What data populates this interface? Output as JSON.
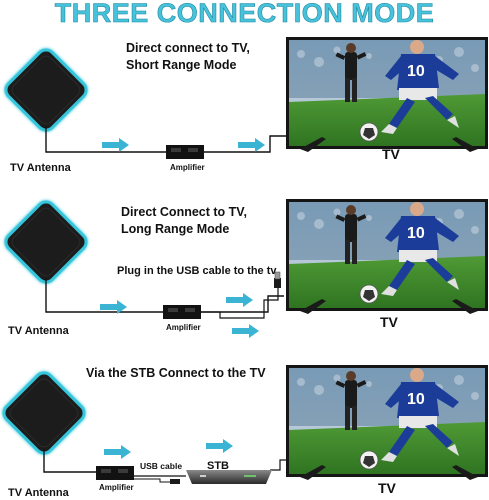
{
  "title": "THREE CONNECTION MODE",
  "panels": [
    {
      "mode_line1": "Direct connect to TV,",
      "mode_line2": "Short Range Mode",
      "antenna_label": "TV Antenna",
      "amplifier_label": "Amplifier",
      "tv_label": "TV"
    },
    {
      "mode_line1": "Direct Connect to TV,",
      "mode_line2": "Long Range Mode",
      "usb_note": "Plug in the USB cable to the tv",
      "antenna_label": "TV Antenna",
      "amplifier_label": "Amplifier",
      "tv_label": "TV"
    },
    {
      "mode_line1": "Via the STB Connect to the TV",
      "usb_cable_label": "USB cable",
      "stb_label": "STB",
      "antenna_label": "TV Antenna",
      "amplifier_label": "Amplifier",
      "tv_label": "TV"
    }
  ],
  "screen_jersey_number": "10",
  "colors": {
    "title": "#48c2da",
    "arrow": "#3ab4d2",
    "antenna_glow": "#35c6dc",
    "antenna_body": "#1b1b1b",
    "pitch": "#3f8a2c"
  }
}
